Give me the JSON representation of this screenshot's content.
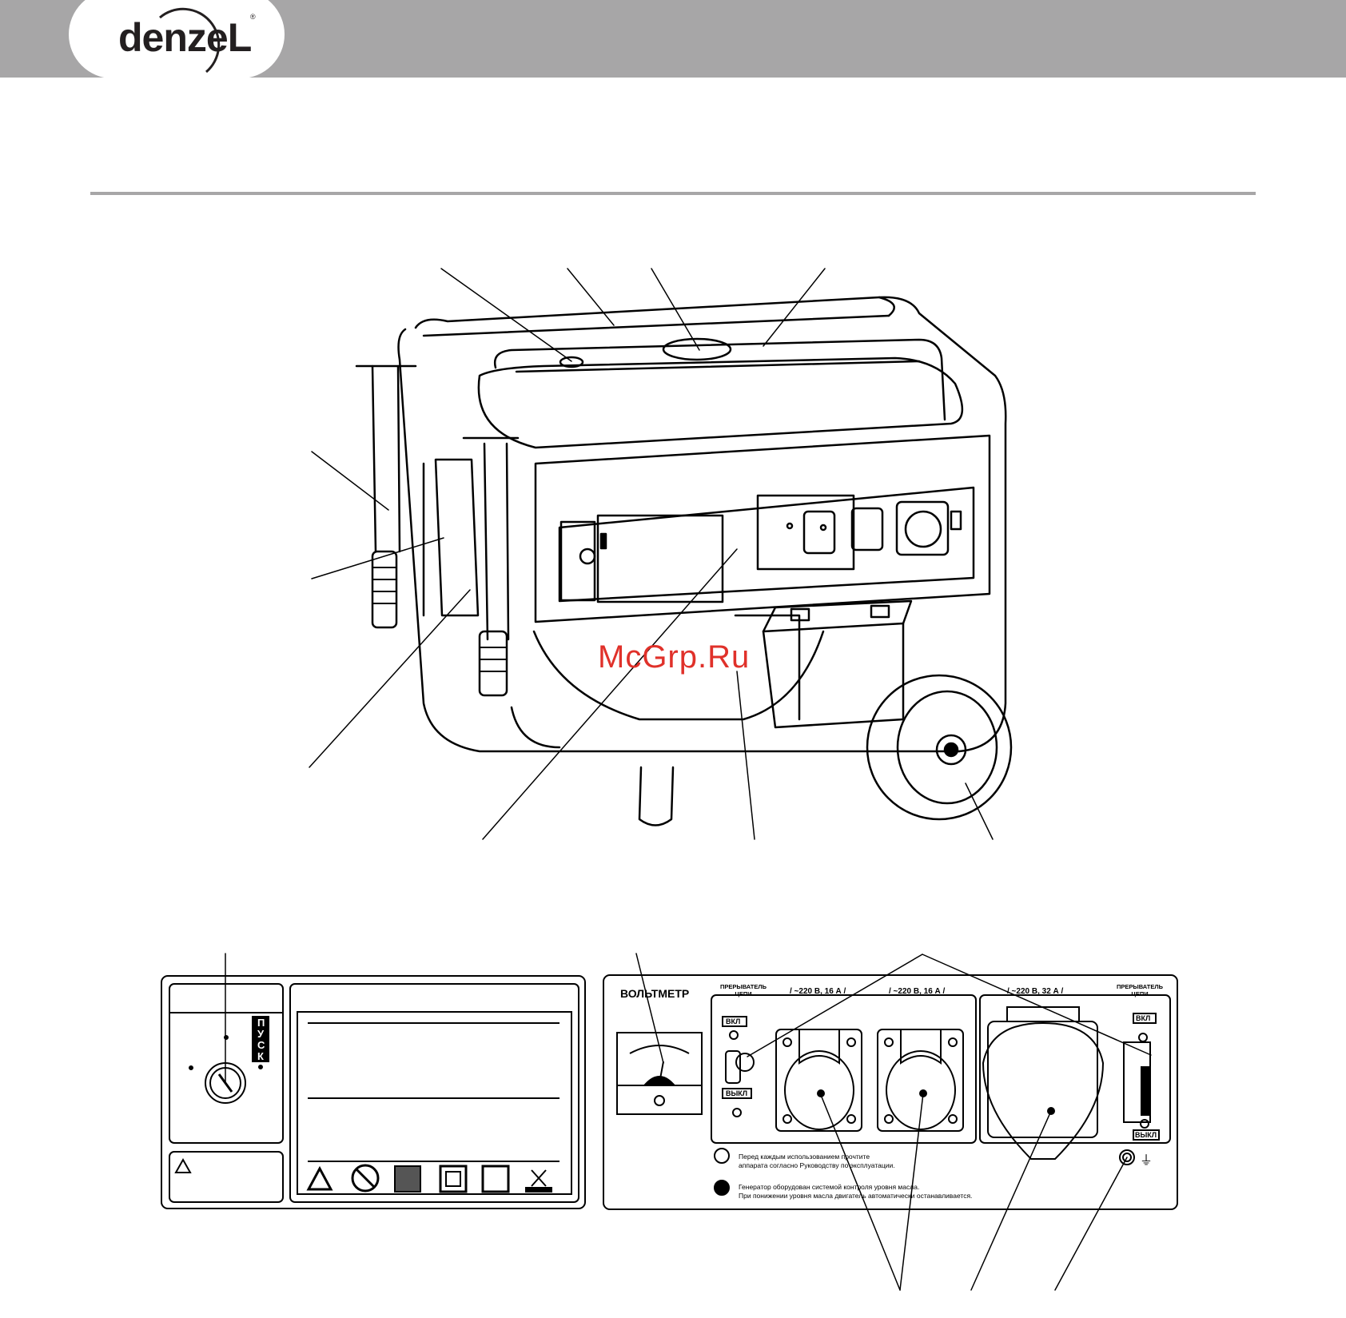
{
  "brand": {
    "logo_text": "denzeL",
    "registered_mark": "®",
    "logo_color": "#231f20"
  },
  "header": {
    "bar_color": "#a7a6a7"
  },
  "watermark": {
    "text": "McGrp.Ru",
    "color": "#e0312a"
  },
  "start_panel": {
    "start_label": "П У С К"
  },
  "control_panel": {
    "voltmeter_label": "ВОЛЬТМЕТР",
    "breaker_left_label": "ПРЕРЫВАТЕЛЬ ЦЕПИ",
    "breaker_right_label": "ПРЕРЫВАТЕЛЬ ЦЕПИ",
    "socket1_label": "/ ~220 В, 16 А /",
    "socket2_label": "/ ~220 В, 16 А /",
    "socket3_label": "/ ~220 В, 32 А /",
    "on_label_left": "ВКЛ",
    "off_label_left": "ВЫКЛ",
    "on_label_right": "ВКЛ",
    "off_label_right": "ВЫКЛ",
    "notice1_line1": "Перед каждым использованием прочтите",
    "notice1_line2": "аппарата согласно Руководству по эксплуатации.",
    "notice2_line1": "Генератор оборудован системой контроля уровня масла.",
    "notice2_line2": "При понижении уровня масла двигатель автоматически останавливается.",
    "ground_symbol": "⏚"
  }
}
